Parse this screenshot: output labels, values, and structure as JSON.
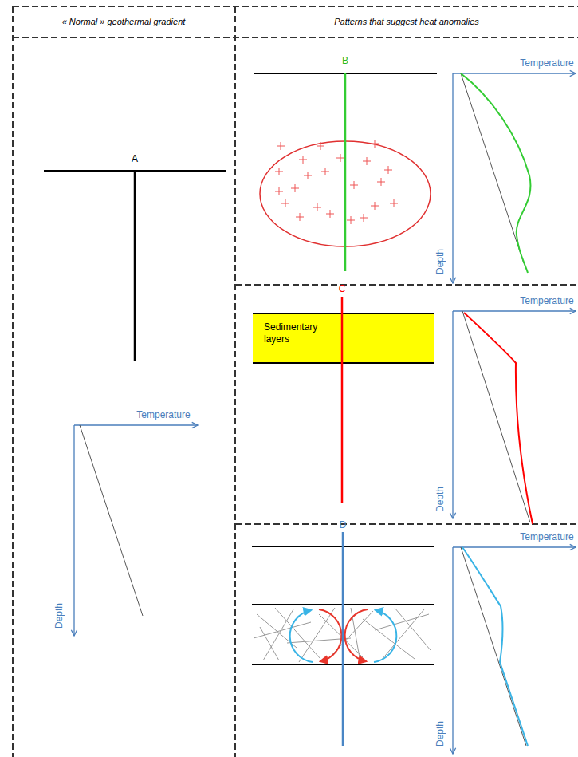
{
  "diagram": {
    "nodes": [
      {
        "text": [
          "Sedimentary layers"
        ]
      }
    ],
    "labels": [
      "« Normal » geothermal gradient",
      "Patterns that suggest heat anomalies",
      "A",
      "Temperature",
      "Depth",
      "B",
      "Temperature",
      "Depth",
      "C",
      "Temperature",
      "Depth",
      "D",
      "Temperature",
      "Depth"
    ]
  }
}
